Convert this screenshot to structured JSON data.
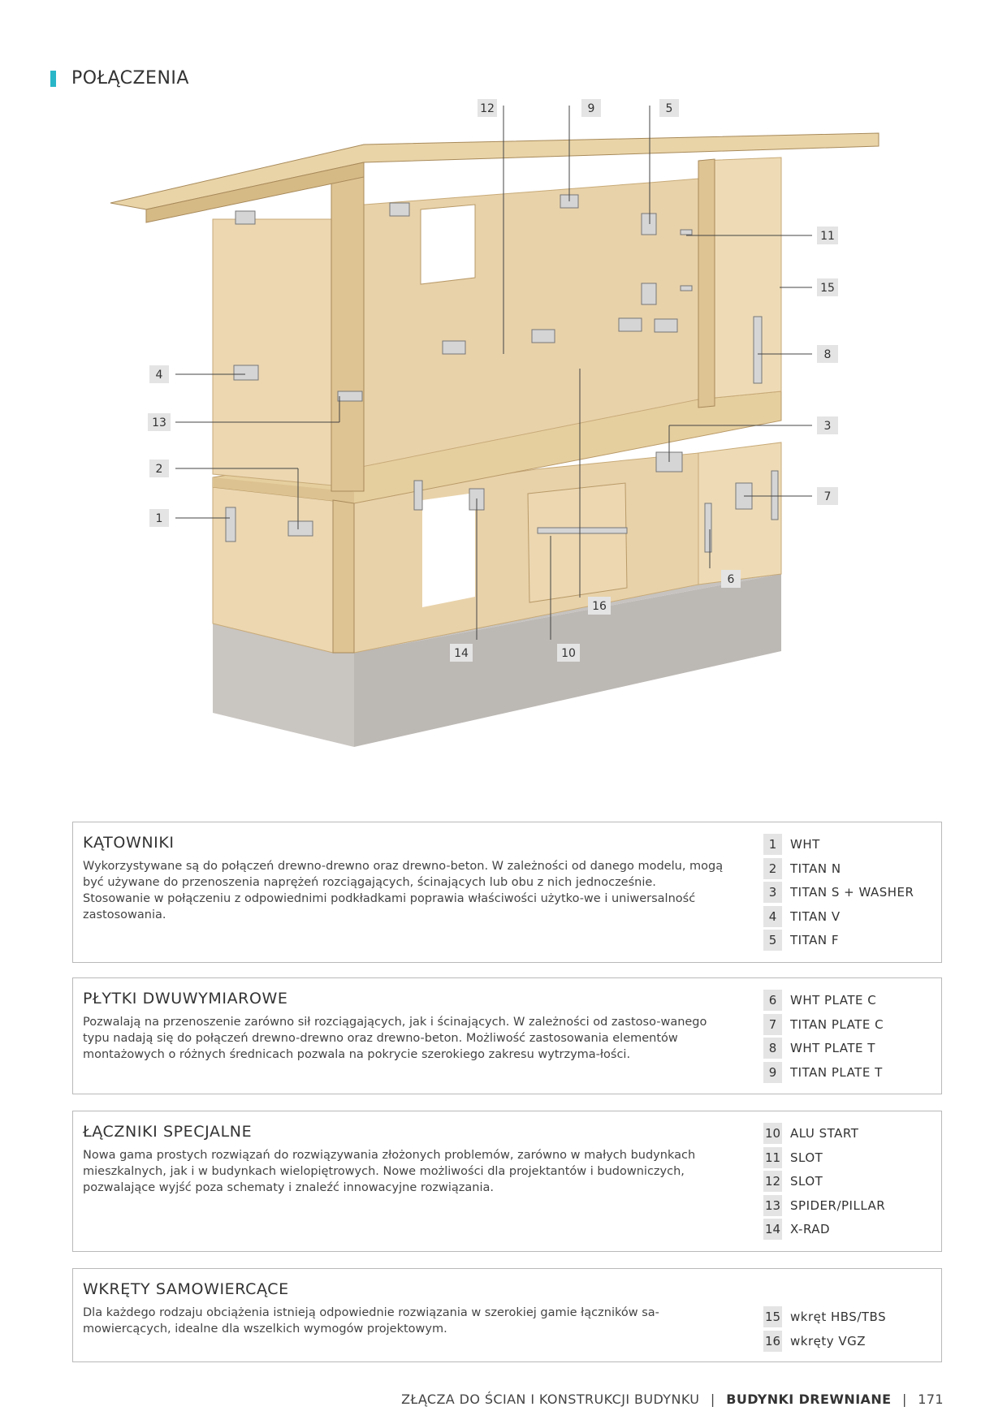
{
  "header": {
    "title": "POŁĄCZENIA"
  },
  "callouts": [
    "1",
    "2",
    "3",
    "4",
    "5",
    "6",
    "7",
    "8",
    "9",
    "10",
    "11",
    "12",
    "13",
    "14",
    "15",
    "16"
  ],
  "panels": [
    {
      "title": "KĄTOWNIKI",
      "text": "Wykorzystywane są do połączeń drewno-drewno oraz drewno-beton. W zależności od danego modelu, mogą być używane do przenoszenia naprężeń rozciągających, ścinających lub obu z nich jednocześnie. Stosowanie w połączeniu z odpowiednimi podkładkami poprawia właściwości użytko-we i uniwersalność zastosowania.",
      "items": [
        {
          "num": "1",
          "name": "WHT"
        },
        {
          "num": "2",
          "name": "TITAN N"
        },
        {
          "num": "3",
          "name": "TITAN S + WASHER"
        },
        {
          "num": "4",
          "name": "TITAN V"
        },
        {
          "num": "5",
          "name": "TITAN F"
        }
      ]
    },
    {
      "title": "PŁYTKI DWUWYMIAROWE",
      "text": "Pozwalają na przenoszenie zarówno sił rozciągających, jak i ścinających. W zależności od zastoso-wanego typu nadają się do połączeń drewno-drewno oraz drewno-beton. Możliwość zastosowania elementów montażowych o różnych średnicach pozwala na pokrycie szerokiego zakresu wytrzyma-łości.",
      "items": [
        {
          "num": "6",
          "name": "WHT PLATE C"
        },
        {
          "num": "7",
          "name": "TITAN PLATE C"
        },
        {
          "num": "8",
          "name": "WHT PLATE T"
        },
        {
          "num": "9",
          "name": "TITAN PLATE T"
        }
      ]
    },
    {
      "title": "ŁĄCZNIKI SPECJALNE",
      "text": "Nowa gama prostych rozwiązań do rozwiązywania złożonych problemów, zarówno w małych budynkach mieszkalnych, jak i w budynkach wielopiętrowych. Nowe możliwości dla projektantów i budowniczych, pozwalające wyjść poza schematy i znaleźć innowacyjne rozwiązania.",
      "items": [
        {
          "num": "10",
          "name": "ALU START"
        },
        {
          "num": "11",
          "name": "SLOT"
        },
        {
          "num": "12",
          "name": "SLOT"
        },
        {
          "num": "13",
          "name": "SPIDER/PILLAR"
        },
        {
          "num": "14",
          "name": "X-RAD"
        }
      ]
    },
    {
      "title": "WKRĘTY SAMOWIERCĄCE",
      "text": "Dla każdego rodzaju obciążenia istnieją odpowiednie rozwiązania w szerokiej gamie łączników sa-mowiercących, idealne dla wszelkich wymogów projektowym.",
      "items": [
        {
          "num": "15",
          "name": "wkręt HBS/TBS"
        },
        {
          "num": "16",
          "name": "wkręty VGZ"
        }
      ]
    }
  ],
  "footer": {
    "part1": "ZŁĄCZA DO ŚCIAN",
    "part2": "I KONSTRUKCJI BUDYNKU",
    "part3": "BUDYNKI DREWNIANE",
    "page": "171"
  }
}
